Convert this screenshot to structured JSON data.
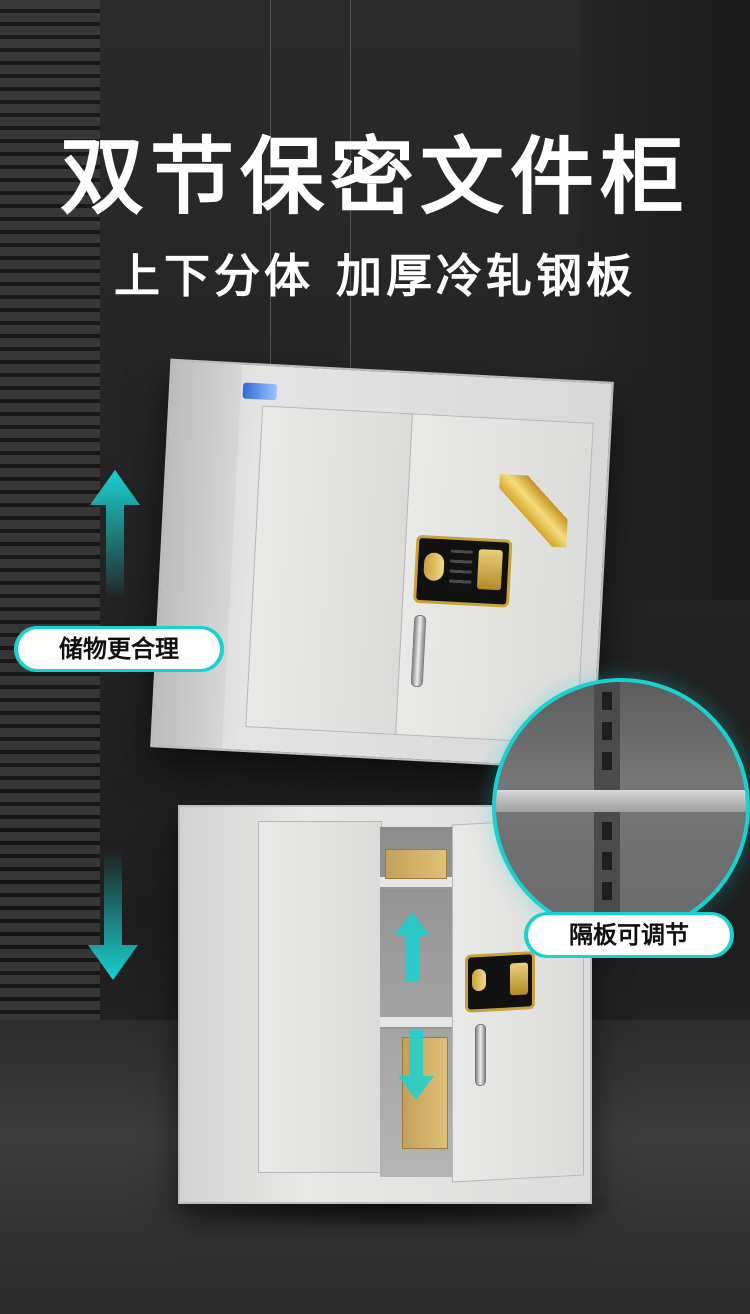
{
  "title": "双节保密文件柜",
  "subtitle": [
    "上下分体",
    "加厚冷轧钢板"
  ],
  "badges": {
    "storage": "储物更合理",
    "shelf": "隔板可调节"
  },
  "colors": {
    "accent": "#1ad1d1",
    "gold": "#c9a23a",
    "cabinet": "#e0e0de",
    "background": "#232323"
  },
  "icons": {
    "move_up": "arrow-up-icon",
    "move_down": "arrow-down-icon",
    "lock": "fingerprint-lock-icon"
  }
}
